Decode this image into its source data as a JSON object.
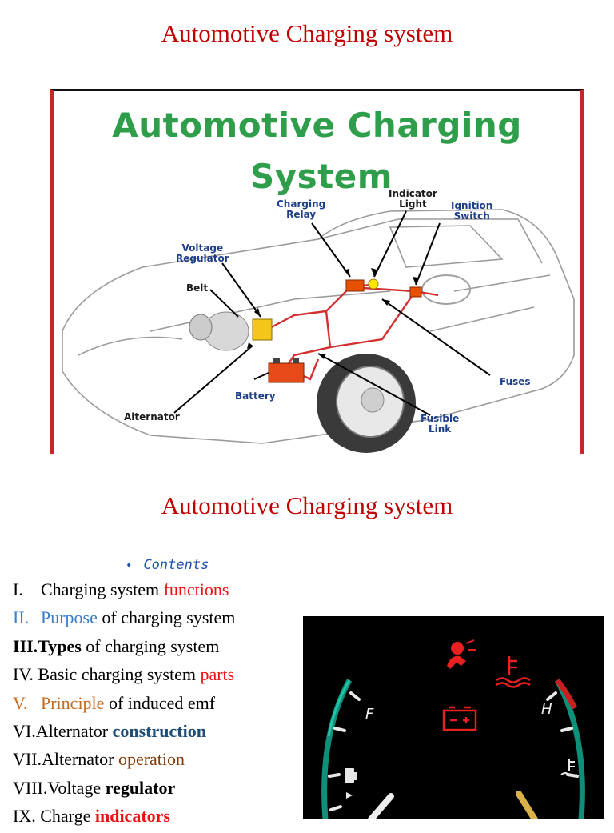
{
  "slide1": {
    "title": "Automotive Charging system"
  },
  "diagram": {
    "title_line1": "Automotive Charging",
    "title_line2": "System",
    "labels": {
      "charging_relay": "Charging\nRelay",
      "indicator_light": "Indicator\nLight",
      "ignition_switch": "Ignition\nSwitch",
      "voltage_regulator": "Voltage\nRegulator",
      "belt": "Belt",
      "fuses": "Fuses",
      "battery": "Battery",
      "alternator": "Alternator",
      "fusible_link": "Fusible\nLink"
    }
  },
  "slide2": {
    "title": "Automotive Charging system",
    "contents_heading": "Contents",
    "items": [
      {
        "num": "I.",
        "parts": [
          "Charging system ",
          "functions"
        ]
      },
      {
        "num": "II.",
        "parts": [
          "Purpose",
          " of charging system"
        ]
      },
      {
        "num": "III.",
        "parts": [
          "Types",
          " of charging system"
        ]
      },
      {
        "num": "IV.",
        "parts": [
          "Basic charging system ",
          "parts"
        ]
      },
      {
        "num": "V.",
        "parts": [
          "Principle",
          " of induced emf"
        ]
      },
      {
        "num": "VI.",
        "parts": [
          "Alternator ",
          "construction"
        ]
      },
      {
        "num": "VII.",
        "parts": [
          "Alternator ",
          "operation"
        ]
      },
      {
        "num": "VIII.",
        "parts": [
          "Voltage ",
          "regulator"
        ]
      },
      {
        "num": "IX.",
        "parts": [
          "Charge ",
          "indicators"
        ]
      }
    ]
  },
  "dashboard": {
    "left_letter": "F",
    "right_letter": "H"
  },
  "colors": {
    "title_red": "#c00000",
    "diagram_green": "#2e9e4a",
    "panel_border": "#c62828",
    "gauge_teal": "#17a589",
    "warning_red": "#e82020"
  }
}
